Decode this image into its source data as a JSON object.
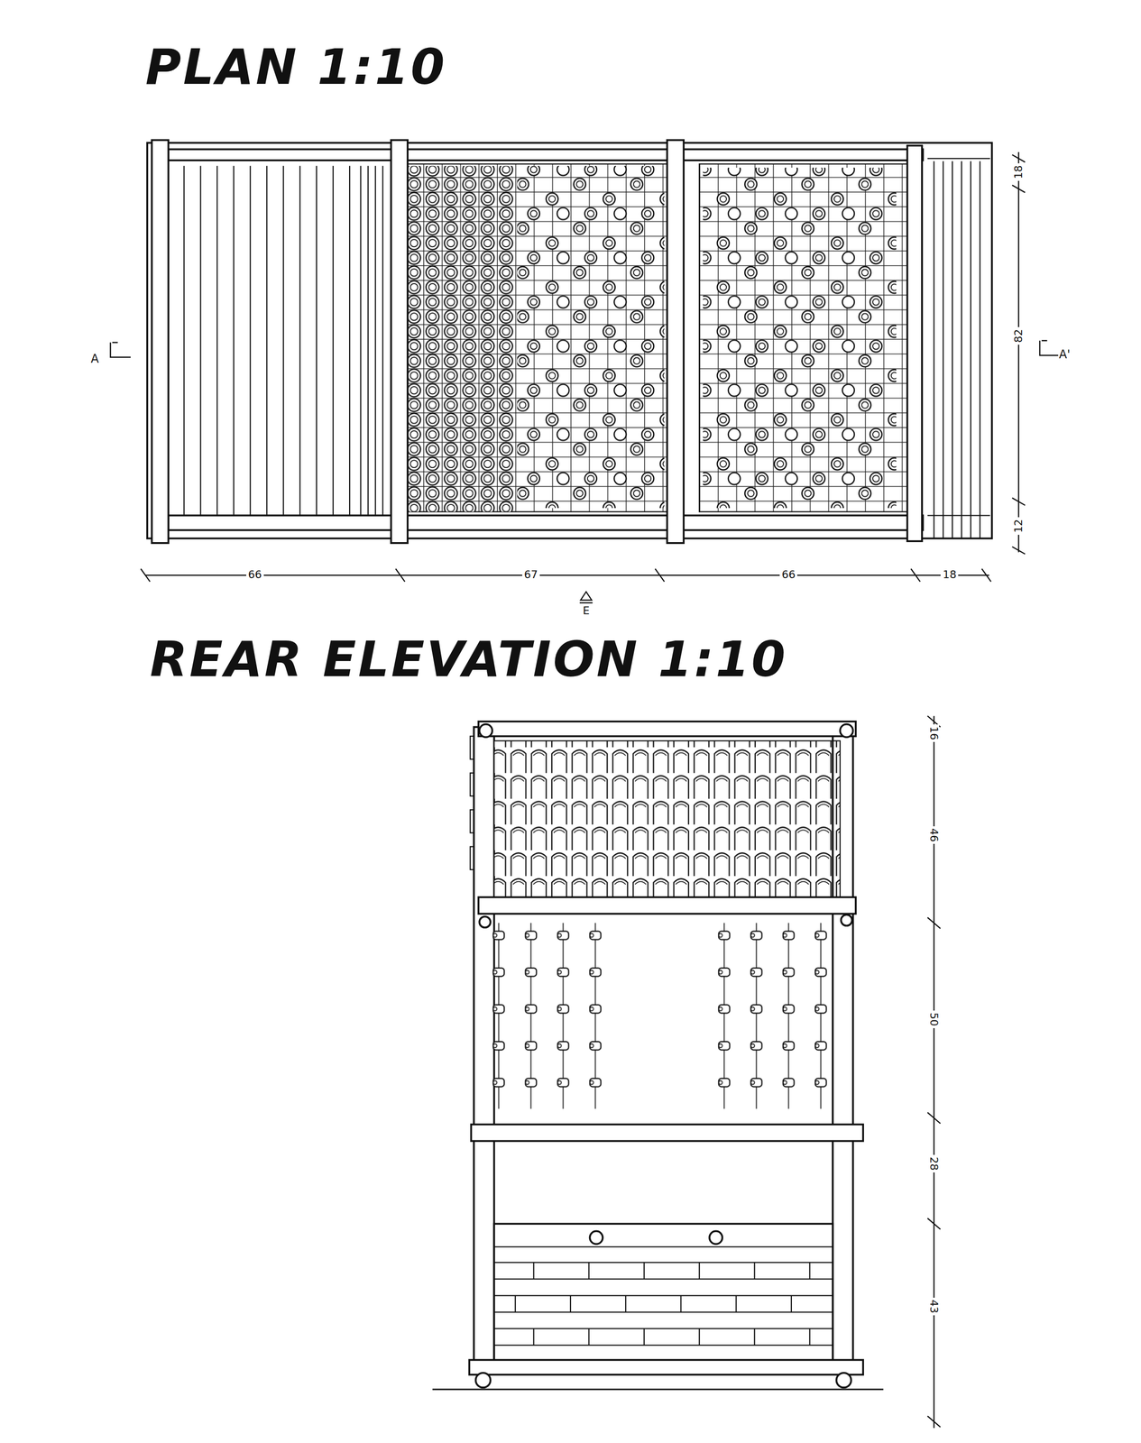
{
  "diagram": {
    "labels": [
      "PLAN 1:10",
      "A",
      "A'",
      "18",
      "82",
      "12",
      "66",
      "67",
      "66",
      "18",
      "E",
      "REAR ELEVATION 1:10",
      "16",
      "46",
      "50",
      "28",
      "43"
    ]
  }
}
